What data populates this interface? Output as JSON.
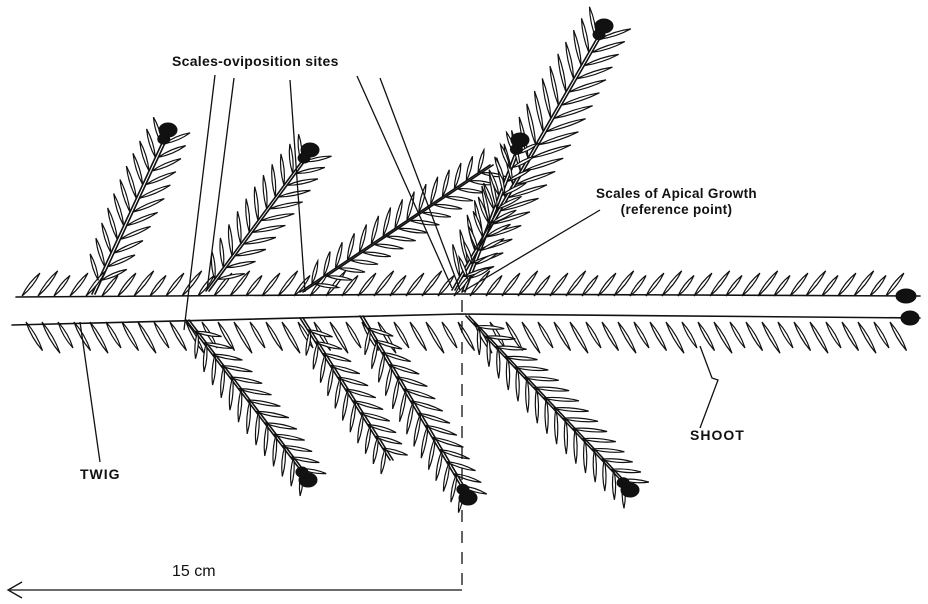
{
  "labels": {
    "oviposition": "Scales-oviposition sites",
    "apical_line1": "Scales of Apical Growth",
    "apical_line2": "(reference point)",
    "shoot": "SHOOT",
    "twig": "TWIG",
    "scale": "15 cm"
  },
  "colors": {
    "ink": "#111111",
    "paper": "#ffffff"
  }
}
